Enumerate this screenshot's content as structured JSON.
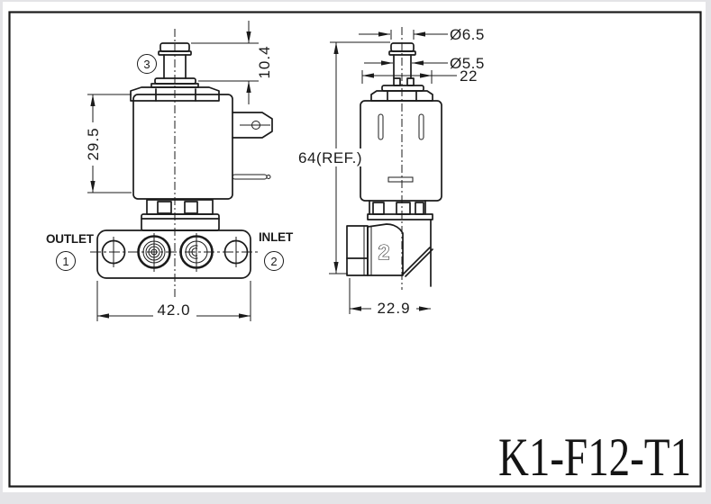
{
  "drawing": {
    "title": "K1-F12-T1",
    "front_view": {
      "outlet_label": "OUTLET",
      "inlet_label": "INLET",
      "balloon_outlet": "1",
      "balloon_inlet": "2",
      "balloon_stem": "3",
      "dim_body_height": "29.5",
      "dim_stem_height": "10.4",
      "dim_flange_width": "42.0"
    },
    "side_view": {
      "dim_cap_diameter": "Ø6.5",
      "dim_stem_diameter": "Ø5.5",
      "dim_nut_width": "22",
      "dim_overall_height": "64(REF.)",
      "dim_connector_width": "22.9",
      "connector_marking": "2"
    },
    "colors": {
      "line": "#1b1b1b",
      "sheet": "#ffffff",
      "margin_gray": "#e4e4e7"
    }
  }
}
